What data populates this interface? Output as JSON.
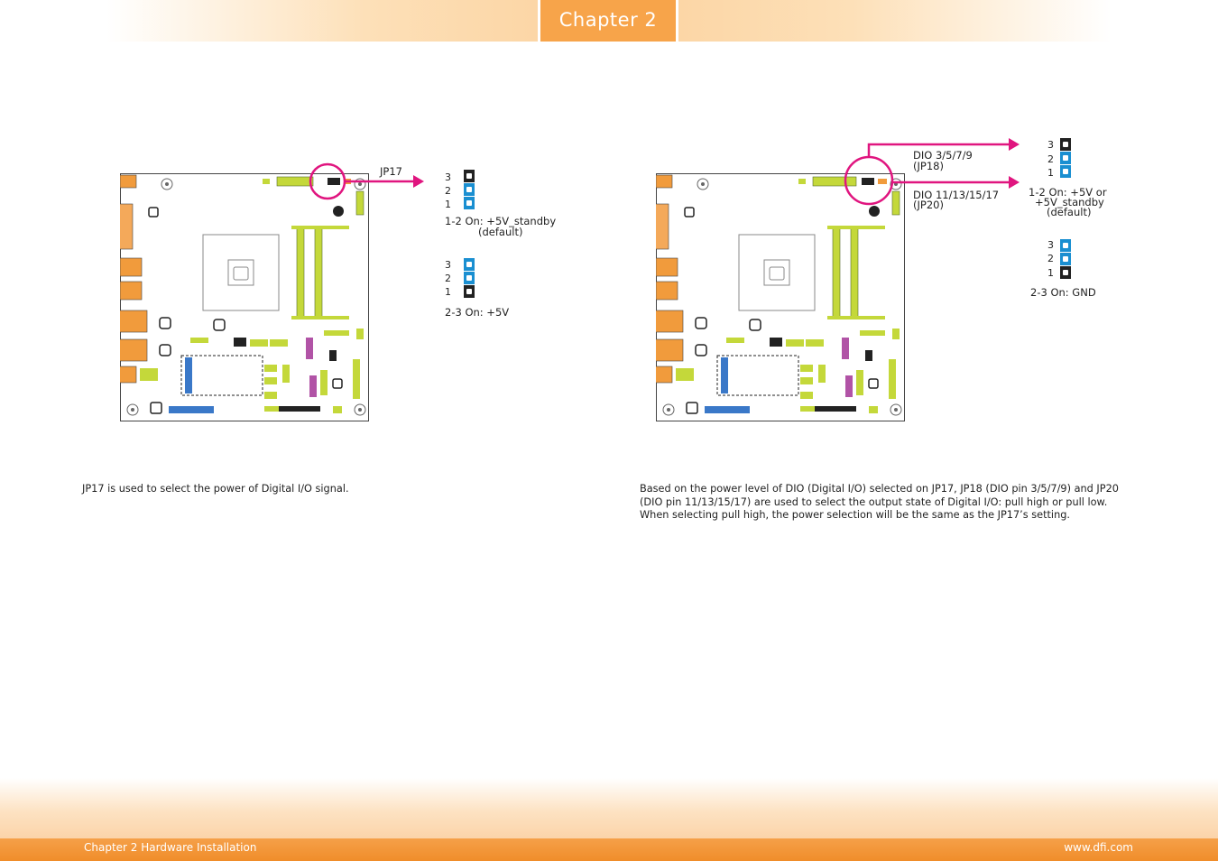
{
  "header": {
    "chapter_tab": "Chapter 2"
  },
  "left": {
    "jumper_label": "JP17",
    "jumper_1": {
      "pins": [
        "3",
        "2",
        "1"
      ],
      "caption_line1": "1-2 On: +5V_standby",
      "caption_line2": "(default)"
    },
    "jumper_2": {
      "pins": [
        "3",
        "2",
        "1"
      ],
      "caption": "2-3 On: +5V"
    },
    "description": "JP17 is used to select the power of Digital I/O signal."
  },
  "right": {
    "label_upper_line1": "DIO 3/5/7/9",
    "label_upper_line2": "(JP18)",
    "label_lower_line1": "DIO 11/13/15/17",
    "label_lower_line2": "(JP20)",
    "jumper_1": {
      "pins": [
        "3",
        "2",
        "1"
      ],
      "caption_line1": "1-2 On: +5V or",
      "caption_line2": "+5V_standby",
      "caption_line3": "(default)"
    },
    "jumper_2": {
      "pins": [
        "3",
        "2",
        "1"
      ],
      "caption": "2-3 On: GND"
    },
    "description": "Based on the power level of DIO (Digital I/O) selected on JP17, JP18 (DIO pin 3/5/7/9) and JP20 (DIO pin 11/13/15/17) are used to select the output state of Digital I/O: pull high or pull low. When selecting pull high, the power selection will be the same as the JP17’s setting."
  },
  "footer": {
    "left": "Chapter 2 Hardware Installation",
    "right": "www.dfi.com"
  },
  "colors": {
    "accent_orange": "#f7a44a",
    "callout_pink": "#e0157f",
    "jumper_blue": "#1a8fd1",
    "connector_green": "#c4d83a"
  }
}
